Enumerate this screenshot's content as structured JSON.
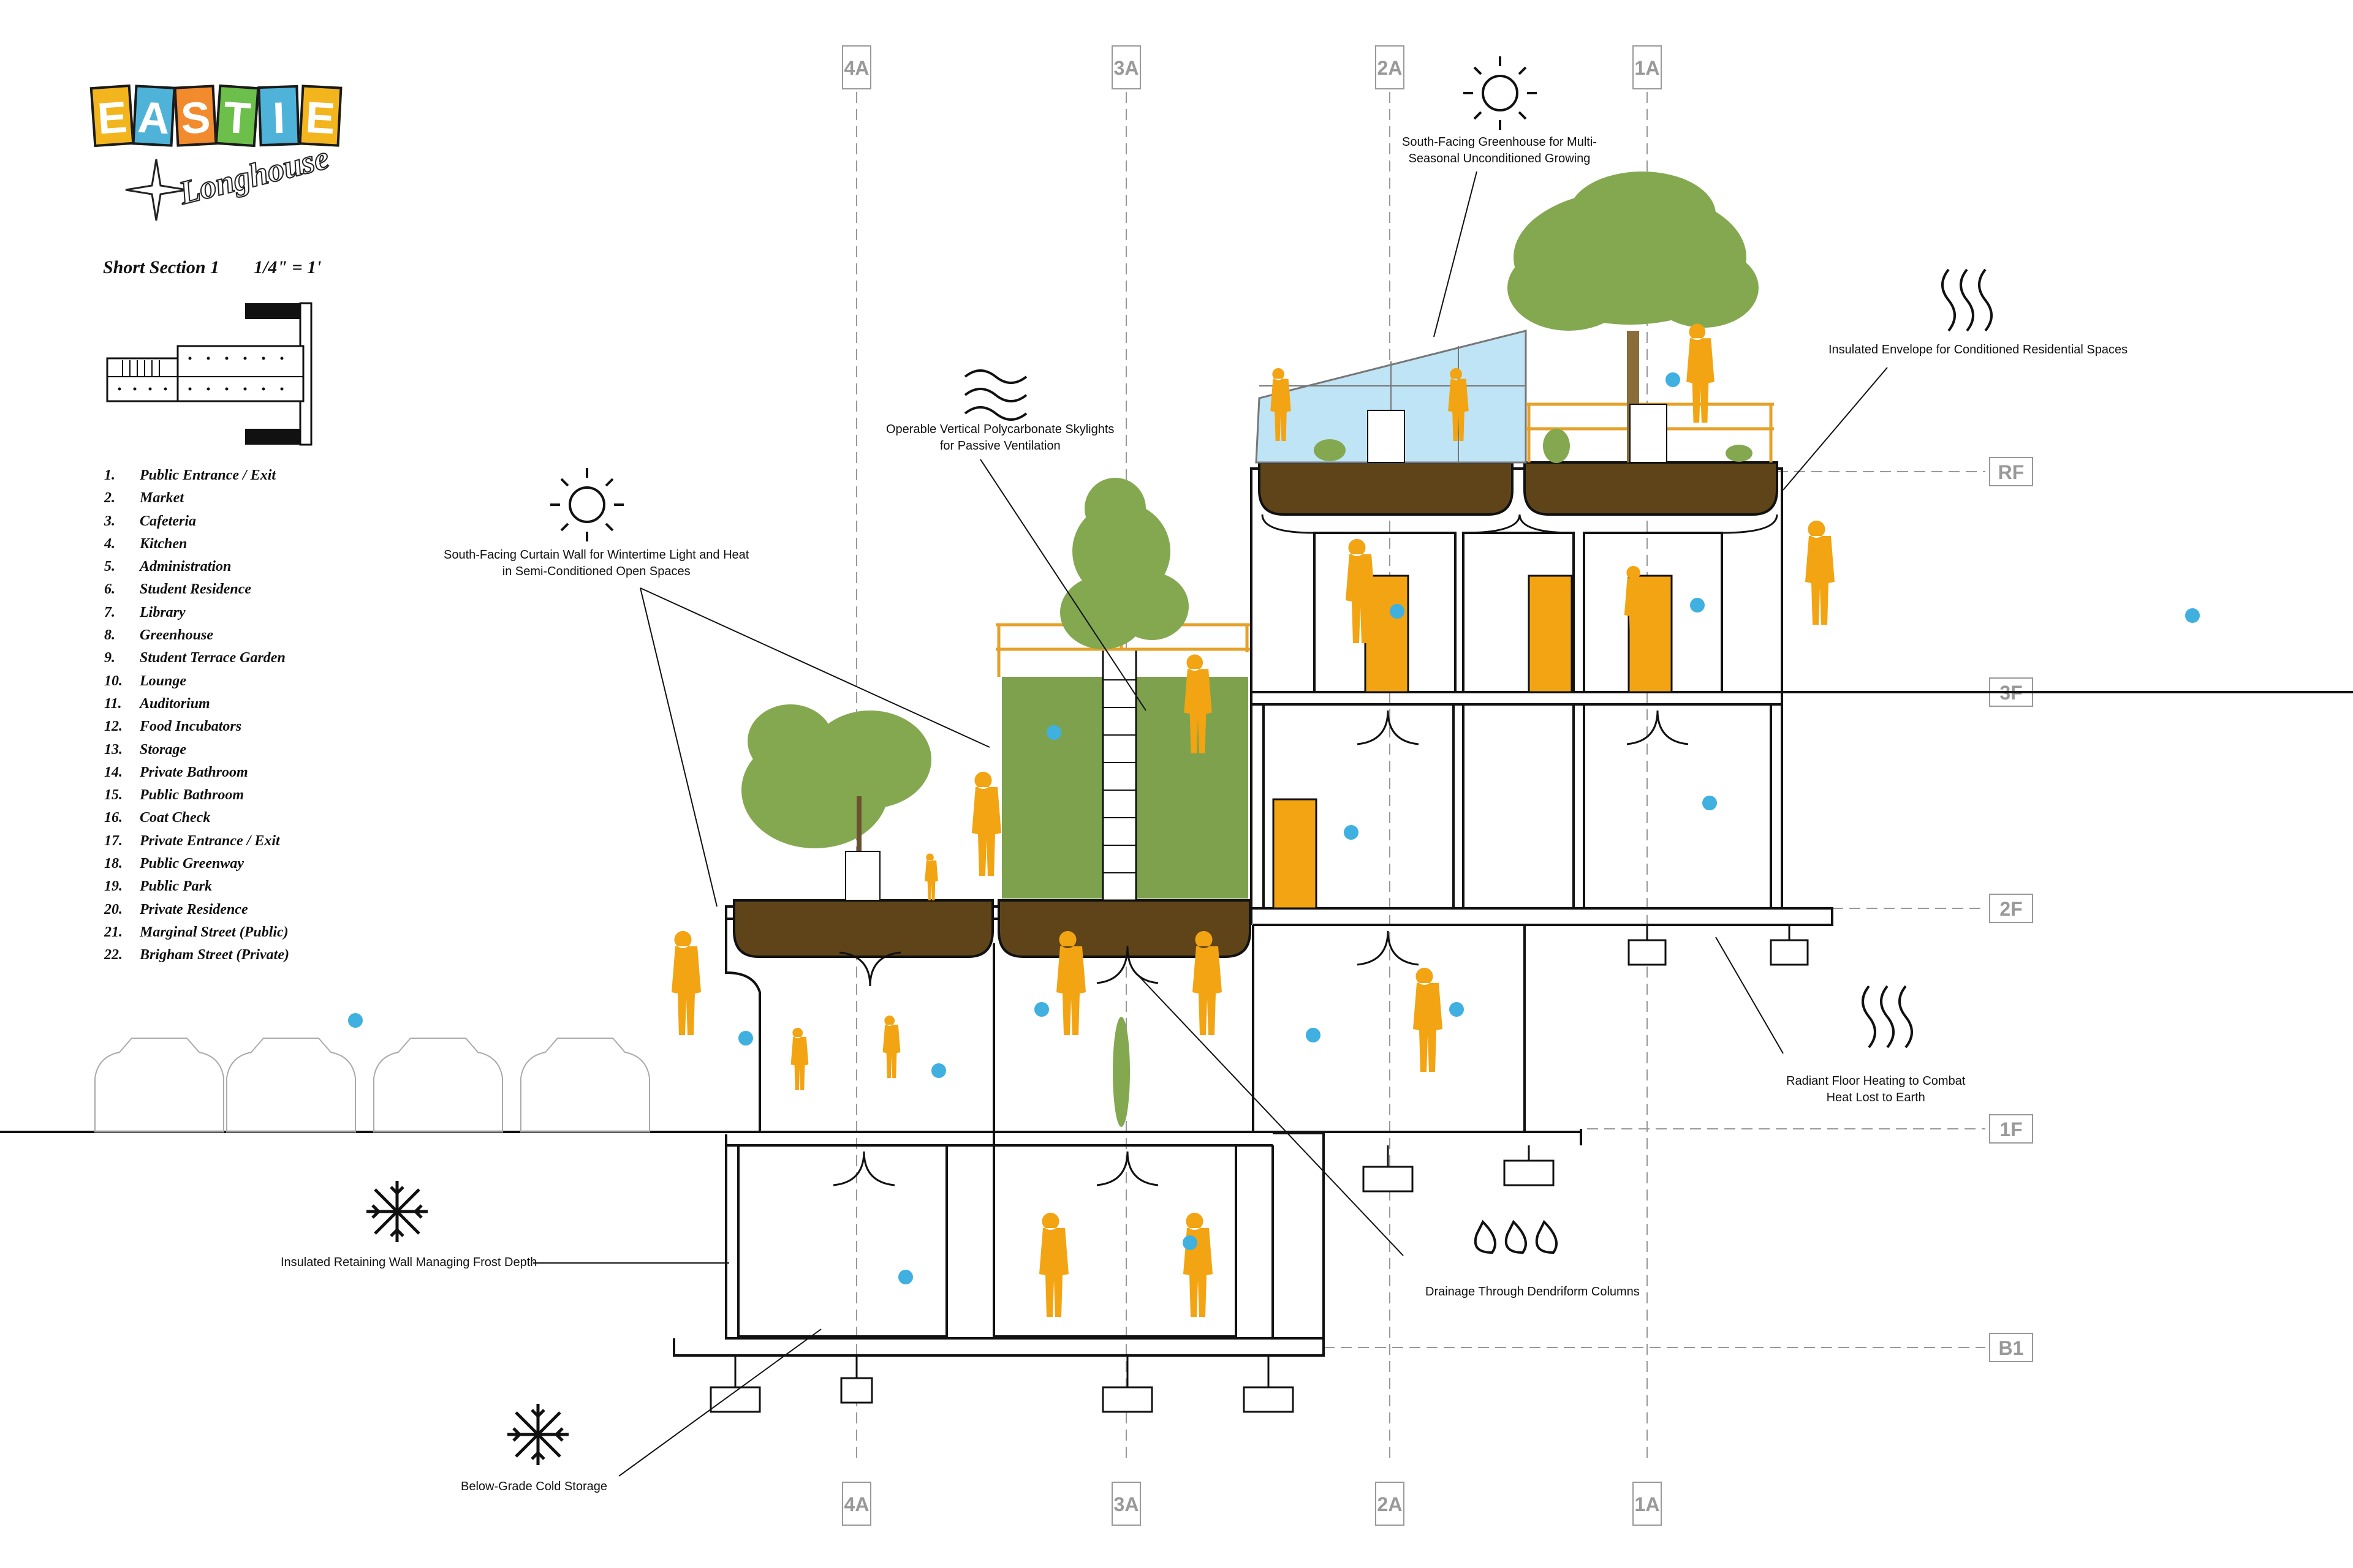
{
  "logo": {
    "letters": [
      "E",
      "A",
      "S",
      "T",
      "I",
      "E"
    ],
    "letter_colors": [
      "#f2b51d",
      "#4fb3d9",
      "#f28a2e",
      "#6cbf4a",
      "#4fb3d9",
      "#f2b51d"
    ],
    "subtitle": "Longhouse"
  },
  "title": {
    "name": "Short Section 1",
    "scale": "1/4\" = 1'"
  },
  "legend": [
    {
      "num": "1.",
      "label": "Public Entrance / Exit"
    },
    {
      "num": "2.",
      "label": "Market"
    },
    {
      "num": "3.",
      "label": "Cafeteria"
    },
    {
      "num": "4.",
      "label": "Kitchen"
    },
    {
      "num": "5.",
      "label": "Administration"
    },
    {
      "num": "6.",
      "label": "Student Residence"
    },
    {
      "num": "7.",
      "label": "Library"
    },
    {
      "num": "8.",
      "label": "Greenhouse"
    },
    {
      "num": "9.",
      "label": "Student Terrace Garden"
    },
    {
      "num": "10.",
      "label": "Lounge"
    },
    {
      "num": "11.",
      "label": "Auditorium"
    },
    {
      "num": "12.",
      "label": "Food Incubators"
    },
    {
      "num": "13.",
      "label": "Storage"
    },
    {
      "num": "14.",
      "label": "Private Bathroom"
    },
    {
      "num": "15.",
      "label": "Public Bathroom"
    },
    {
      "num": "16.",
      "label": "Coat Check"
    },
    {
      "num": "17.",
      "label": "Private Entrance / Exit"
    },
    {
      "num": "18.",
      "label": "Public Greenway"
    },
    {
      "num": "19.",
      "label": "Public Park"
    },
    {
      "num": "20.",
      "label": "Private Residence"
    },
    {
      "num": "21.",
      "label": "Marginal Street (Public)"
    },
    {
      "num": "22.",
      "label": "Brigham Street (Private)"
    }
  ],
  "annotations": {
    "greenhouse": [
      "South-Facing Greenhouse for Multi-",
      "Seasonal Unconditioned Growing"
    ],
    "envelope": [
      "Insulated Envelope for Conditioned Residential Spaces"
    ],
    "skylights": [
      "Operable Vertical Polycarbonate Skylights",
      "for Passive Ventilation"
    ],
    "curtain_wall": [
      "South-Facing Curtain Wall for Wintertime Light and Heat",
      "in Semi-Conditioned Open Spaces"
    ],
    "radiant_floor": [
      "Radiant Floor Heating to Combat",
      "Heat Lost to Earth"
    ],
    "retaining_wall": [
      "Insulated Retaining Wall Managing Frost Depth"
    ],
    "drainage": [
      "Drainage Through Dendriform Columns"
    ],
    "cold_storage": [
      "Below-Grade Cold Storage"
    ]
  },
  "grid_lines": {
    "columns": [
      "4A",
      "3A",
      "2A",
      "1A"
    ],
    "levels": [
      "RF",
      "3F",
      "2F",
      "1F",
      "B1"
    ]
  },
  "colors": {
    "figure": "#f2a413",
    "foliage": "#84a850",
    "green_wall": "#7ea14d",
    "soil": "#5e4418",
    "glass": "#bfe4f5",
    "tag": "#3fb0df",
    "rail": "#e5a12a"
  },
  "icons": [
    "sun-icon",
    "wind-icon",
    "heat-waves-icon",
    "snowflake-icon",
    "water-drops-icon",
    "star-icon"
  ]
}
